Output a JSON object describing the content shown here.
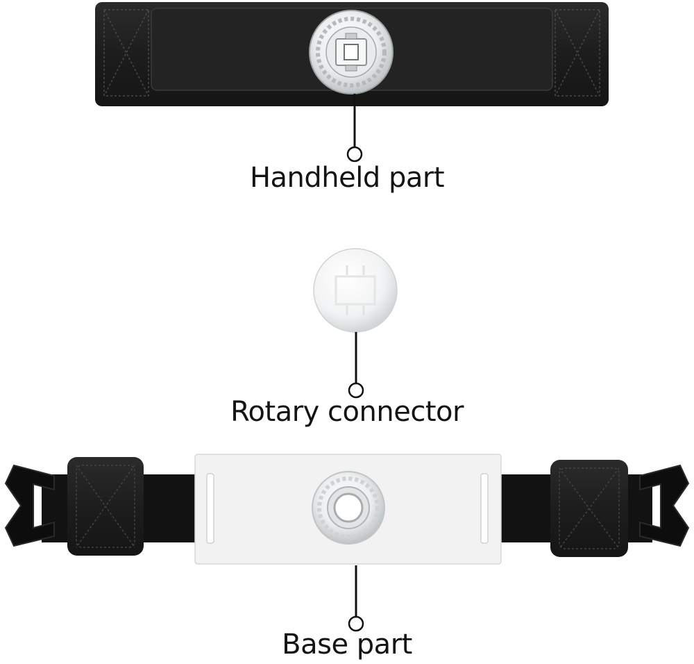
{
  "labels": {
    "handheld": "Handheld part",
    "rotary": "Rotary connector",
    "base": "Base part"
  },
  "colors": {
    "leather": "#1b1b1b",
    "leather_panel": "#262626",
    "stitch": "#555555",
    "plastic_clear": "#d9dadb",
    "base_plate": "#f1f1f1",
    "leader_line": "#111111",
    "text": "#141414"
  }
}
